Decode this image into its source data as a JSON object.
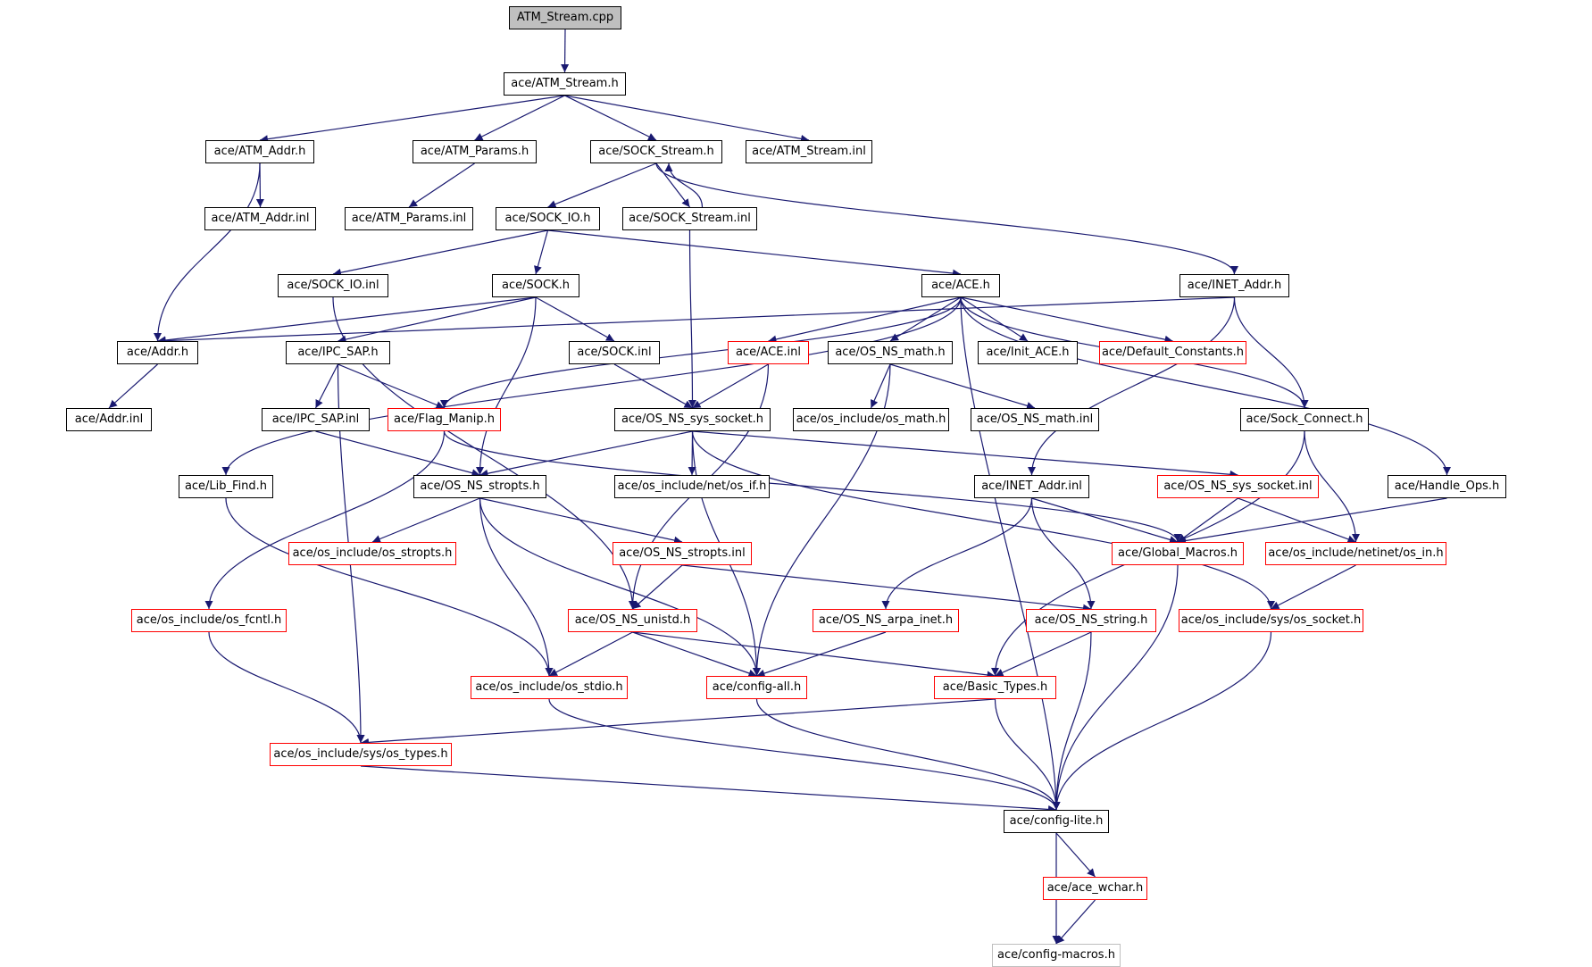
{
  "colors": {
    "edge": "#191970",
    "root_fill": "#bfbfbf",
    "truncated_border": "#ff0000",
    "external_border": "#bfbfbf"
  },
  "nodes": {
    "atm_stream_cpp": "ATM_Stream.cpp",
    "ace_atm_stream_h": "ace/ATM_Stream.h",
    "ace_atm_addr_h": "ace/ATM_Addr.h",
    "ace_atm_params_h": "ace/ATM_Params.h",
    "ace_sock_stream_h": "ace/SOCK_Stream.h",
    "ace_atm_stream_inl": "ace/ATM_Stream.inl",
    "ace_atm_addr_inl": "ace/ATM_Addr.inl",
    "ace_atm_params_inl": "ace/ATM_Params.inl",
    "ace_sock_io_h": "ace/SOCK_IO.h",
    "ace_sock_stream_inl": "ace/SOCK_Stream.inl",
    "ace_sock_io_inl": "ace/SOCK_IO.inl",
    "ace_sock_h": "ace/SOCK.h",
    "ace_ace_h": "ace/ACE.h",
    "ace_inet_addr_h": "ace/INET_Addr.h",
    "ace_addr_h": "ace/Addr.h",
    "ace_ipc_sap_h": "ace/IPC_SAP.h",
    "ace_sock_inl": "ace/SOCK.inl",
    "ace_ace_inl": "ace/ACE.inl",
    "ace_os_ns_math_h": "ace/OS_NS_math.h",
    "ace_init_ace_h": "ace/Init_ACE.h",
    "ace_default_constants_h": "ace/Default_Constants.h",
    "ace_addr_inl": "ace/Addr.inl",
    "ace_ipc_sap_inl": "ace/IPC_SAP.inl",
    "ace_flag_manip_h": "ace/Flag_Manip.h",
    "ace_os_ns_sys_socket_h": "ace/OS_NS_sys_socket.h",
    "ace_os_include_os_math_h": "ace/os_include/os_math.h",
    "ace_os_ns_math_inl": "ace/OS_NS_math.inl",
    "ace_sock_connect_h": "ace/Sock_Connect.h",
    "ace_lib_find_h": "ace/Lib_Find.h",
    "ace_os_ns_stropts_h": "ace/OS_NS_stropts.h",
    "ace_os_include_net_os_if_h": "ace/os_include/net/os_if.h",
    "ace_inet_addr_inl": "ace/INET_Addr.inl",
    "ace_os_ns_sys_socket_inl": "ace/OS_NS_sys_socket.inl",
    "ace_handle_ops_h": "ace/Handle_Ops.h",
    "ace_os_include_os_stropts_h": "ace/os_include/os_stropts.h",
    "ace_os_ns_stropts_inl": "ace/OS_NS_stropts.inl",
    "ace_global_macros_h": "ace/Global_Macros.h",
    "ace_os_include_netinet_os_in_h": "ace/os_include/netinet/os_in.h",
    "ace_os_include_os_fcntl_h": "ace/os_include/os_fcntl.h",
    "ace_os_ns_unistd_h": "ace/OS_NS_unistd.h",
    "ace_os_ns_arpa_inet_h": "ace/OS_NS_arpa_inet.h",
    "ace_os_ns_string_h": "ace/OS_NS_string.h",
    "ace_os_include_sys_os_socket_h": "ace/os_include/sys/os_socket.h",
    "ace_os_include_os_stdio_h": "ace/os_include/os_stdio.h",
    "ace_config_all_h": "ace/config-all.h",
    "ace_basic_types_h": "ace/Basic_Types.h",
    "ace_os_include_sys_os_types_h": "ace/os_include/sys/os_types.h",
    "ace_config_lite_h": "ace/config-lite.h",
    "ace_ace_wchar_h": "ace/ace_wchar.h",
    "ace_config_macros_h": "ace/config-macros.h"
  },
  "edges": [
    [
      "atm_stream_cpp",
      "ace_atm_stream_h"
    ],
    [
      "ace_atm_stream_h",
      "ace_atm_addr_h"
    ],
    [
      "ace_atm_stream_h",
      "ace_atm_params_h"
    ],
    [
      "ace_atm_stream_h",
      "ace_sock_stream_h"
    ],
    [
      "ace_atm_stream_h",
      "ace_atm_stream_inl"
    ],
    [
      "ace_atm_addr_h",
      "ace_atm_addr_inl"
    ],
    [
      "ace_atm_addr_h",
      "ace_addr_h"
    ],
    [
      "ace_atm_params_h",
      "ace_atm_params_inl"
    ],
    [
      "ace_sock_stream_h",
      "ace_sock_io_h"
    ],
    [
      "ace_sock_stream_h",
      "ace_sock_stream_inl"
    ],
    [
      "ace_sock_stream_h",
      "ace_inet_addr_h"
    ],
    [
      "ace_sock_stream_inl",
      "ace_sock_stream_h"
    ],
    [
      "ace_sock_stream_inl",
      "ace_os_ns_sys_socket_h"
    ],
    [
      "ace_sock_io_h",
      "ace_sock_io_inl"
    ],
    [
      "ace_sock_io_h",
      "ace_sock_h"
    ],
    [
      "ace_sock_io_h",
      "ace_ace_h"
    ],
    [
      "ace_sock_io_inl",
      "ace_os_ns_unistd_h"
    ],
    [
      "ace_sock_h",
      "ace_addr_h"
    ],
    [
      "ace_sock_h",
      "ace_ipc_sap_h"
    ],
    [
      "ace_sock_h",
      "ace_sock_inl"
    ],
    [
      "ace_sock_h",
      "ace_os_ns_stropts_h"
    ],
    [
      "ace_ace_h",
      "ace_ace_inl"
    ],
    [
      "ace_ace_h",
      "ace_os_ns_math_h"
    ],
    [
      "ace_ace_h",
      "ace_init_ace_h"
    ],
    [
      "ace_ace_h",
      "ace_default_constants_h"
    ],
    [
      "ace_ace_h",
      "ace_flag_manip_h"
    ],
    [
      "ace_ace_h",
      "ace_lib_find_h"
    ],
    [
      "ace_ace_h",
      "ace_sock_connect_h"
    ],
    [
      "ace_ace_h",
      "ace_handle_ops_h"
    ],
    [
      "ace_ace_h",
      "ace_config_lite_h"
    ],
    [
      "ace_inet_addr_h",
      "ace_addr_h"
    ],
    [
      "ace_inet_addr_h",
      "ace_sock_connect_h"
    ],
    [
      "ace_inet_addr_h",
      "ace_inet_addr_inl"
    ],
    [
      "ace_addr_h",
      "ace_addr_inl"
    ],
    [
      "ace_ipc_sap_h",
      "ace_ipc_sap_inl"
    ],
    [
      "ace_ipc_sap_h",
      "ace_flag_manip_h"
    ],
    [
      "ace_ipc_sap_h",
      "ace_os_include_sys_os_types_h"
    ],
    [
      "ace_sock_inl",
      "ace_os_ns_sys_socket_h"
    ],
    [
      "ace_ace_inl",
      "ace_os_ns_sys_socket_h"
    ],
    [
      "ace_ace_inl",
      "ace_os_ns_unistd_h"
    ],
    [
      "ace_os_ns_math_h",
      "ace_os_include_os_math_h"
    ],
    [
      "ace_os_ns_math_h",
      "ace_os_ns_math_inl"
    ],
    [
      "ace_os_ns_math_h",
      "ace_config_all_h"
    ],
    [
      "ace_ipc_sap_inl",
      "ace_os_ns_stropts_h"
    ],
    [
      "ace_flag_manip_h",
      "ace_os_include_os_fcntl_h"
    ],
    [
      "ace_flag_manip_h",
      "ace_global_macros_h"
    ],
    [
      "ace_os_ns_sys_socket_h",
      "ace_os_ns_stropts_h"
    ],
    [
      "ace_os_ns_sys_socket_h",
      "ace_os_include_net_os_if_h"
    ],
    [
      "ace_os_ns_sys_socket_h",
      "ace_os_ns_sys_socket_inl"
    ],
    [
      "ace_os_ns_sys_socket_h",
      "ace_os_include_sys_os_socket_h"
    ],
    [
      "ace_os_ns_sys_socket_h",
      "ace_config_all_h"
    ],
    [
      "ace_sock_connect_h",
      "ace_basic_types_h"
    ],
    [
      "ace_sock_connect_h",
      "ace_os_include_netinet_os_in_h"
    ],
    [
      "ace_lib_find_h",
      "ace_os_include_os_stdio_h"
    ],
    [
      "ace_os_ns_stropts_h",
      "ace_os_include_os_stropts_h"
    ],
    [
      "ace_os_ns_stropts_h",
      "ace_os_ns_stropts_inl"
    ],
    [
      "ace_os_ns_stropts_h",
      "ace_os_include_os_stdio_h"
    ],
    [
      "ace_os_ns_stropts_h",
      "ace_config_all_h"
    ],
    [
      "ace_inet_addr_inl",
      "ace_global_macros_h"
    ],
    [
      "ace_inet_addr_inl",
      "ace_os_ns_arpa_inet_h"
    ],
    [
      "ace_inet_addr_inl",
      "ace_os_ns_string_h"
    ],
    [
      "ace_os_ns_sys_socket_inl",
      "ace_global_macros_h"
    ],
    [
      "ace_os_ns_sys_socket_inl",
      "ace_os_include_netinet_os_in_h"
    ],
    [
      "ace_handle_ops_h",
      "ace_global_macros_h"
    ],
    [
      "ace_os_ns_stropts_inl",
      "ace_os_ns_unistd_h"
    ],
    [
      "ace_os_ns_stropts_inl",
      "ace_os_ns_string_h"
    ],
    [
      "ace_global_macros_h",
      "ace_config_lite_h"
    ],
    [
      "ace_os_include_netinet_os_in_h",
      "ace_os_include_sys_os_socket_h"
    ],
    [
      "ace_os_include_os_fcntl_h",
      "ace_os_include_sys_os_types_h"
    ],
    [
      "ace_os_ns_unistd_h",
      "ace_os_include_os_stdio_h"
    ],
    [
      "ace_os_ns_unistd_h",
      "ace_config_all_h"
    ],
    [
      "ace_os_ns_unistd_h",
      "ace_basic_types_h"
    ],
    [
      "ace_os_ns_arpa_inet_h",
      "ace_config_all_h"
    ],
    [
      "ace_os_ns_string_h",
      "ace_basic_types_h"
    ],
    [
      "ace_os_ns_string_h",
      "ace_config_lite_h"
    ],
    [
      "ace_os_include_sys_os_socket_h",
      "ace_config_lite_h"
    ],
    [
      "ace_os_include_os_stdio_h",
      "ace_config_lite_h"
    ],
    [
      "ace_config_all_h",
      "ace_config_lite_h"
    ],
    [
      "ace_basic_types_h",
      "ace_os_include_sys_os_types_h"
    ],
    [
      "ace_basic_types_h",
      "ace_config_lite_h"
    ],
    [
      "ace_os_include_sys_os_types_h",
      "ace_config_lite_h"
    ],
    [
      "ace_config_lite_h",
      "ace_ace_wchar_h"
    ],
    [
      "ace_config_lite_h",
      "ace_config_macros_h"
    ],
    [
      "ace_ace_wchar_h",
      "ace_config_macros_h"
    ]
  ]
}
